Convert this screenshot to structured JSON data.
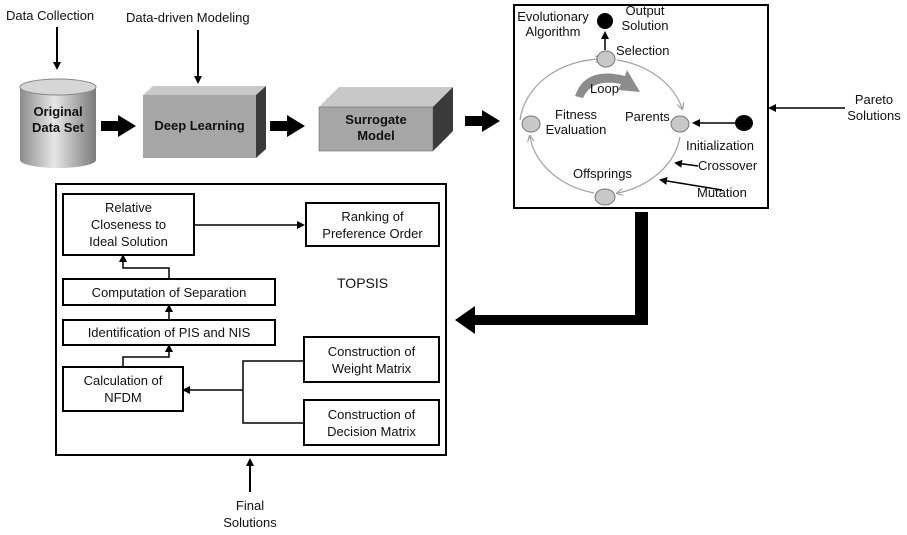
{
  "inputs": {
    "data_collection": "Data Collection",
    "data_driven_modeling": "Data-driven Modeling"
  },
  "pipeline": {
    "original_data_set": "Original\nData Set",
    "deep_learning": "Deep Learning",
    "surrogate_model": "Surrogate\nModel"
  },
  "evolutionary": {
    "title": "Evolutionary\nAlgorithm",
    "output_solution": "Output\nSolution",
    "selection": "Selection",
    "loop": "Loop",
    "parents": "Parents",
    "fitness_evaluation": "Fitness\nEvaluation",
    "initialization": "Initialization",
    "crossover": "Crossover",
    "offsprings": "Offsprings",
    "mutation": "Mutation"
  },
  "pareto_solutions": "Pareto\nSolutions",
  "topsis": {
    "title": "TOPSIS",
    "relative_closeness": "Relative\nCloseness to\nIdeal Solution",
    "ranking": "Ranking of\nPreference Order",
    "computation_separation": "Computation of Separation",
    "identification": "Identification of PIS and NIS",
    "calculation_nfdm": "Calculation of\nNFDM",
    "weight_matrix": "Construction of\nWeight Matrix",
    "decision_matrix": "Construction of\nDecision Matrix"
  },
  "final_solutions": "Final\nSolutions",
  "colors": {
    "block_face": "#a6a6a6",
    "block_top": "#c8c8c8",
    "block_side": "#3a3a3a",
    "node_fill": "#c8c8c8",
    "cycle_line": "#a0a0a0"
  }
}
